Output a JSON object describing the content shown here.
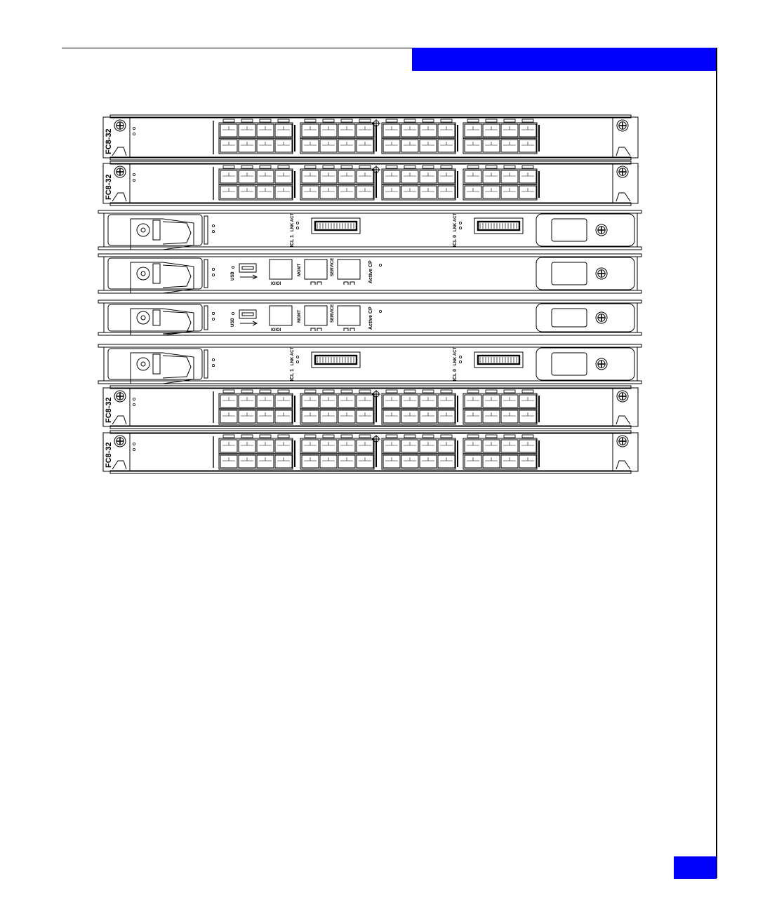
{
  "colors": {
    "accent": "#0000ff",
    "line": "#000000",
    "paper": "#ffffff"
  },
  "labels": {
    "port_blade": "FC8-32",
    "usb": "USB",
    "ioioi": "IOIOI",
    "mgmt": "MGMT",
    "service": "SERVICE",
    "active_cp": "Active CP",
    "link_act": "LNK ACT",
    "icl_1": "ICL 1",
    "icl_0": "ICL 0"
  },
  "slots": [
    {
      "type": "port-blade",
      "label_key": "port_blade"
    },
    {
      "type": "port-blade",
      "label_key": "port_blade"
    },
    {
      "type": "core-blade"
    },
    {
      "type": "cp-blade"
    },
    {
      "type": "cp-blade"
    },
    {
      "type": "core-blade"
    },
    {
      "type": "port-blade",
      "label_key": "port_blade"
    },
    {
      "type": "port-blade",
      "label_key": "port_blade"
    }
  ],
  "icons": [
    "screw-icon",
    "lever-icon",
    "usb-icon",
    "network-port-icon",
    "led-icon"
  ]
}
